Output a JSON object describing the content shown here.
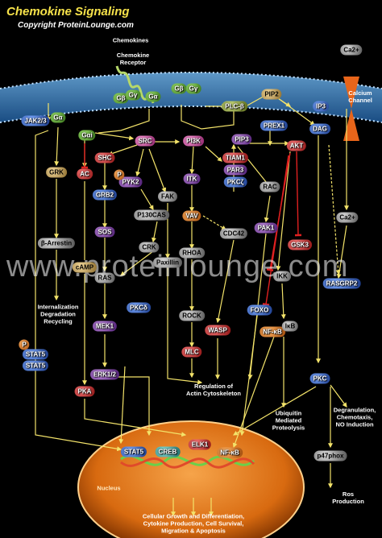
{
  "title": "Chemokine Signaling",
  "copyright": "Copyright ProteinLounge.com",
  "watermark": "www.proteinlounge.com",
  "colors": {
    "arrow": "#f3e36a",
    "membrane": "#3c8fd2",
    "nucleus": "#f08a1e",
    "background": "#000000"
  },
  "membrane_labels": {
    "chemokines": "Chemokines",
    "receptor": "Chemokine\nReceptor",
    "calcium_channel": "Calcium\nChannel"
  },
  "nodes": {
    "ca_out": "Ca2+",
    "ca_in": "Ca2+",
    "pip2": "PIP2",
    "ip3": "IP3",
    "plcb": "PLC-β",
    "gb": "Gβ",
    "gg1": "Gγ",
    "ga_mem": "Gα",
    "gb2": "Gβ",
    "gg2": "Gγ",
    "jak": "JAK2/3",
    "ga": "Gα",
    "gai": "Gαi",
    "grk": "GRK",
    "barr": "β-Arrestin",
    "src": "SRC",
    "shc": "SHC",
    "ac": "AC",
    "grb2": "GRB2",
    "sos": "SOS",
    "camp": "cAMP",
    "ras": "RAS",
    "pyk2": "PYK2",
    "p": "P",
    "fak": "FAK",
    "p130": "P130CAS",
    "crk": "CRK",
    "paxillin": "Paxillin",
    "pi3k": "PI3K",
    "itk": "ITK",
    "vav": "VAV",
    "rhoa": "RHOA",
    "rock": "ROCK",
    "mlc": "MLC",
    "wasp": "WASP",
    "cdc42": "CDC42",
    "tiam1": "TIAM1",
    "par3": "PAR3",
    "pkcz": "PKCζ",
    "pip3": "PIP3",
    "rac": "RAC",
    "pak1": "PAK1",
    "prex1": "PREX1",
    "akt": "AKT",
    "gsk3": "GSK3",
    "ikk": "IKK",
    "foxo": "FOXO",
    "nfkb": "NF-κB",
    "ikb": "IκB",
    "dag": "DAG",
    "rasgrp2": "RASGRP2",
    "pkc": "PKC",
    "p47phox": "p47phox",
    "pkcd": "PKCδ",
    "mek1": "MEK1",
    "erk": "ERK1/2",
    "pka": "PKA",
    "stat5_p": "P",
    "stat5a": "STAT5",
    "stat5b": "STAT5",
    "n_stat5": "STAT5",
    "n_creb": "CREB",
    "n_elk1": "ELK1",
    "n_nfkb": "NF-κB"
  },
  "outcomes": {
    "internalization": "Internalization\nDegradation\nRecycling",
    "actin": "Regulation of\nActin Cytoskeleton",
    "ubiquitin": "Ubiquitin\nMediated\nProteolysis",
    "degranulation": "Degranulation,\nChemotaxis,\nNO Induction",
    "ros": "Ros\nProduction",
    "nucleus": "Nucleus",
    "nucleus_outcome": "Cellular Growth and Differentiation,\nCytokine Production, Cell Survival,\nMigration & Apoptosis"
  }
}
